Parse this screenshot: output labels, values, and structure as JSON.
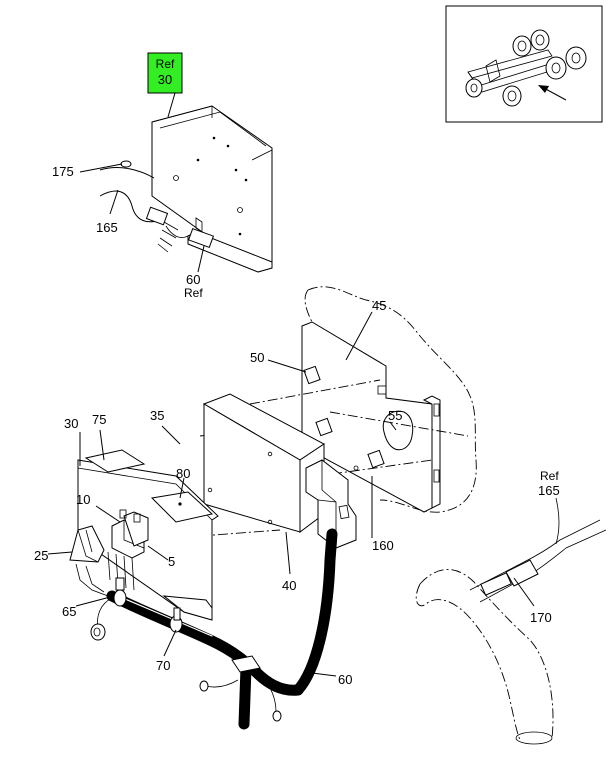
{
  "highlight": {
    "ref_text": "Ref",
    "part_number": "30",
    "fill_color": "#33ee22"
  },
  "callouts": {
    "c175": "175",
    "c165": "165",
    "c60_top": "60",
    "c60_top_ref": "Ref",
    "c45": "45",
    "c50": "50",
    "c55": "55",
    "c35": "35",
    "c30": "30",
    "c75": "75",
    "c80": "80",
    "c10": "10",
    "c25": "25",
    "c5": "5",
    "c65": "65",
    "c70": "70",
    "c40": "40",
    "c160": "160",
    "c60_bottom": "60",
    "c165_ref": "Ref",
    "c165_right": "165",
    "c170": "170"
  },
  "locator_view": {
    "arrow_direction": "up-left",
    "border_color": "#000000"
  }
}
